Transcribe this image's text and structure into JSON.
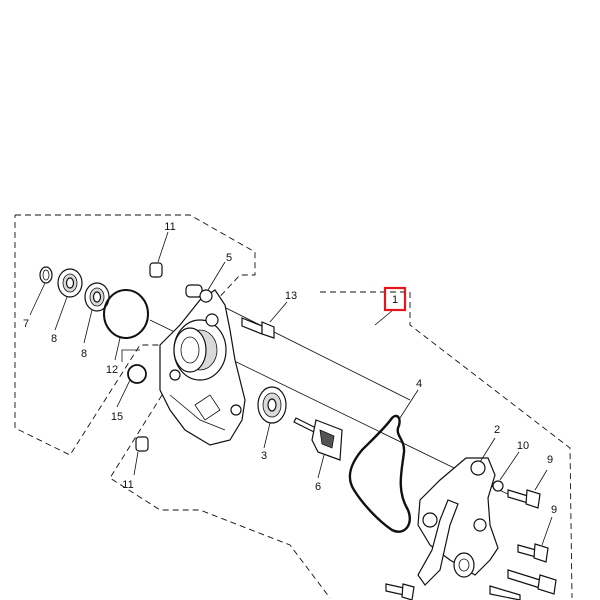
{
  "diagram": {
    "callouts": {
      "c1": "1",
      "c2": "2",
      "c3": "3",
      "c4": "4",
      "c5": "5",
      "c6": "6",
      "c7": "7",
      "c8a": "8",
      "c8b": "8",
      "c9a": "9",
      "c9b": "9",
      "c10": "10",
      "c11a": "11",
      "c11b": "11",
      "c12": "12",
      "c13": "13",
      "c15": "15"
    },
    "highlight_color": "#e8141c",
    "line_color": "#111111"
  }
}
